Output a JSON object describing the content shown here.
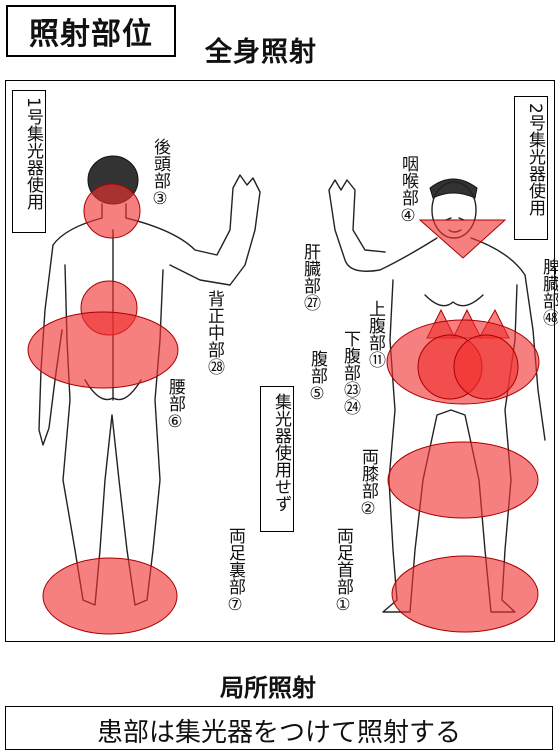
{
  "page_title": "照射部位",
  "section_whole_body": "全身照射",
  "box_no1": "1号集光器使用",
  "box_no2": "2号集光器使用",
  "box_no_collector": "集光器使用せず",
  "labels": {
    "occiput": "後頭部③",
    "upper_back": "背正中部㉘",
    "waist": "腰部⑥",
    "soles": "両足裏部⑦",
    "liver": "肝臓部㉗",
    "abdomen": "腹部⑤",
    "upper_abdomen": "上腹部⑪",
    "lower_abdomen": "下腹部㉓㉔",
    "throat": "咽喉部④",
    "spleen": "脾臓部㊽",
    "knees": "両膝部②",
    "ankles": "両足首部①"
  },
  "section_local": "局所照射",
  "local_instruction": "患部は集光器をつけて照射する",
  "colors": {
    "irradiation": "#f03030",
    "outline": "#000000"
  }
}
